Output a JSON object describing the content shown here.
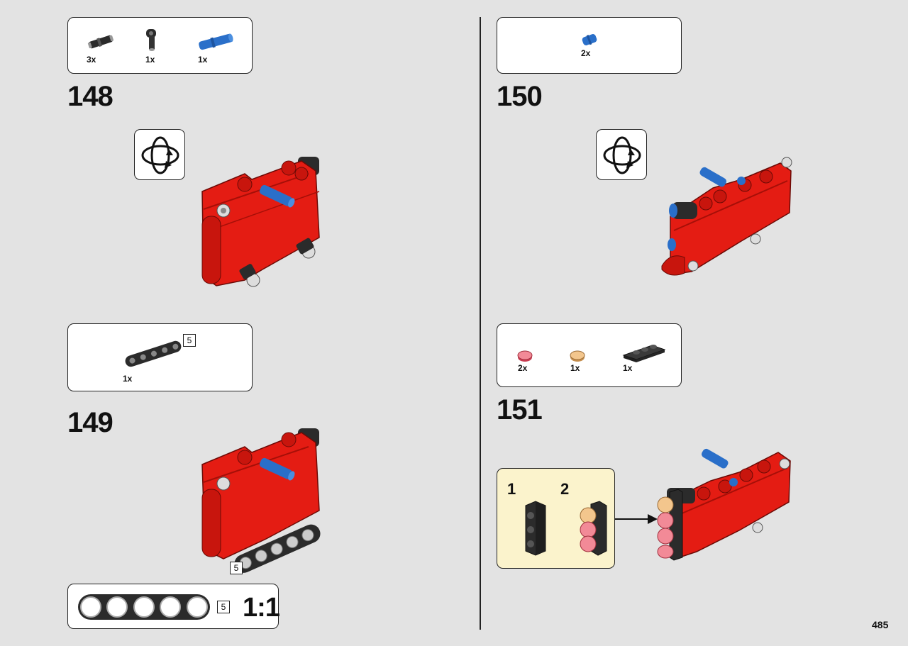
{
  "page_number": "485",
  "steps": [
    {
      "number": "148",
      "parts": [
        {
          "qty": "3x",
          "icon": "black-axle-pin-icon"
        },
        {
          "qty": "1x",
          "icon": "black-angle-connector-icon"
        },
        {
          "qty": "1x",
          "icon": "blue-axle-pin-icon"
        }
      ]
    },
    {
      "number": "149",
      "parts": [
        {
          "qty": "1x",
          "icon": "black-beam-5-icon",
          "length": "5"
        }
      ],
      "model_length_badge": "5"
    },
    {
      "number": "150",
      "parts": [
        {
          "qty": "2x",
          "icon": "blue-pin-icon"
        }
      ]
    },
    {
      "number": "151",
      "parts": [
        {
          "qty": "2x",
          "icon": "red-round-tile-icon"
        },
        {
          "qty": "1x",
          "icon": "tan-round-tile-icon"
        },
        {
          "qty": "1x",
          "icon": "black-plate-1x3-icon"
        }
      ],
      "callout_steps": [
        "1",
        "2"
      ]
    }
  ],
  "scale_guide": {
    "length": "5",
    "label": "1:1"
  },
  "colors": {
    "background": "#e3e3e3",
    "red": "#e41c13",
    "blue": "#2a6fc9",
    "black": "#2b2b2b",
    "callout": "#fbf3cc"
  }
}
